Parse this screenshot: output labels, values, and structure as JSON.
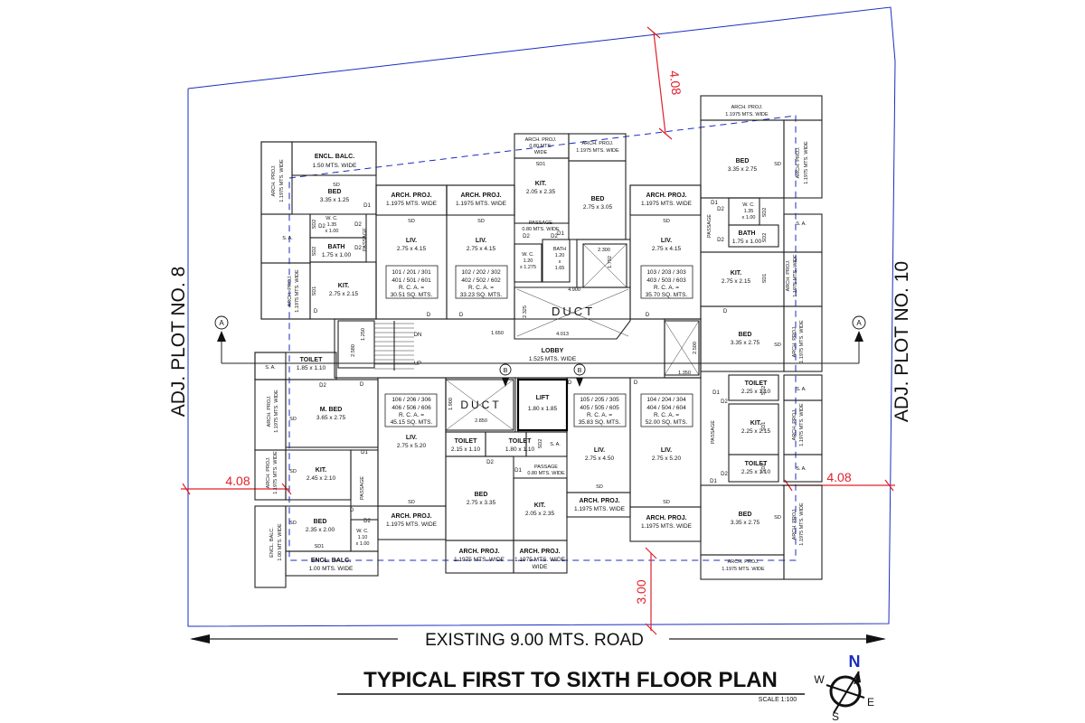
{
  "title": "TYPICAL FIRST TO SIXTH FLOOR PLAN",
  "scale": "SCALE 1:100",
  "road": "EXISTING 9.00 MTS. ROAD",
  "adj_left": "ADJ. PLOT NO. 8",
  "adj_right": "ADJ. PLOT NO. 10",
  "compass": {
    "n": "N",
    "s": "S",
    "e": "E",
    "w": "W"
  },
  "setbacks": {
    "top": "4.08",
    "left": "4.08",
    "right": "4.08",
    "bottom": "3.00"
  },
  "section_marks": {
    "a": "A",
    "b": "B"
  },
  "labels": {
    "arch_proj": "ARCH. PROJ.",
    "arch_proj_1975": "1.1975 MTS. WIDE",
    "arch_proj_080": "0.80 MTS.",
    "wide": "WIDE",
    "encl_balc": "ENCL. BALC.",
    "encl_balc_150": "1.50 MTS. WIDE",
    "encl_balc_100": "1.00 MTS. WIDE",
    "encl_balc_v": "1.00 MTS. WIDE",
    "sa": "S. A.",
    "passage": "PASSAGE",
    "passage_080": "0.80 MTS. WIDE",
    "lobby": "LOBBY",
    "lobby_dim": "1.525 MTS. WIDE",
    "duct": "DUCT",
    "lift": "LIFT",
    "lift_dim": "1.80 x 1.85",
    "dn": "DN",
    "up": "UP",
    "rca": "R. C. A. ="
  },
  "rooms": {
    "bed_tl": {
      "name": "BED",
      "dim": "3.35 x 1.25"
    },
    "wc_tl": {
      "name": "W. C.",
      "dim1": "1.35",
      "dim2": "x 1.00"
    },
    "bath_tl": {
      "name": "BATH",
      "dim": "1.75 x 1.00"
    },
    "kit_tl": {
      "name": "KIT.",
      "dim": "2.75 x 2.15"
    },
    "liv_1": {
      "name": "LIV.",
      "dim": "2.75 x 4.15"
    },
    "liv_2": {
      "name": "LIV.",
      "dim": "2.75 x 4.15"
    },
    "kit_top": {
      "name": "KIT.",
      "dim": "2.05 x 2.35"
    },
    "bed_top": {
      "name": "BED",
      "dim": "2.75 x 3.05"
    },
    "wc_top": {
      "name": "W. C.",
      "dim1": "1.20",
      "dim2": "x 1.275"
    },
    "bath_top": {
      "name": "BATH",
      "dim1": "1.20",
      "dim2": "x",
      "dim3": "1.65"
    },
    "liv_3": {
      "name": "LIV.",
      "dim": "2.75 x 4.15"
    },
    "bed_tr": {
      "name": "BED",
      "dim": "3.35 x 2.75"
    },
    "wc_tr": {
      "name": "W. C.",
      "dim1": "1.35",
      "dim2": "x 1.00"
    },
    "bath_tr": {
      "name": "BATH",
      "dim": "1.75 x 1.00"
    },
    "kit_tr": {
      "name": "KIT.",
      "dim": "2.75 x 2.15"
    },
    "bed_r2": {
      "name": "BED",
      "dim": "3.35 x 2.75"
    },
    "toilet_r": {
      "name": "TOILET",
      "dim": "2.25 x 1.10"
    },
    "kit_r": {
      "name": "KIT.",
      "dim": "2.25 x 2.15"
    },
    "toilet_r2": {
      "name": "TOILET",
      "dim": "2.25 x 1.10"
    },
    "bed_br": {
      "name": "BED",
      "dim": "3.35 x 2.75"
    },
    "toilet_l": {
      "name": "TOILET",
      "dim": "1.85 x 1.10"
    },
    "mbed": {
      "name": "M. BED",
      "dim": "3.65 x 2.75"
    },
    "kit_l": {
      "name": "KIT.",
      "dim": "2.45 x 2.10"
    },
    "bed_bl": {
      "name": "BED",
      "dim": "2.35 x 2.00"
    },
    "wc_bl": {
      "name": "W. C.",
      "dim1": "1.10",
      "dim2": "x 1.00"
    },
    "liv_4": {
      "name": "LIV.",
      "dim": "2.75 x 5.20"
    },
    "toilet_c1": {
      "name": "TOILET",
      "dim": "2.15 x 1.10"
    },
    "toilet_c2": {
      "name": "TOILET",
      "dim": "1.80 x 1.10"
    },
    "bed_bc": {
      "name": "BED",
      "dim": "2.75 x 3.35"
    },
    "kit_bc": {
      "name": "KIT.",
      "dim": "2.05 x 2.35"
    },
    "liv_5": {
      "name": "LIV.",
      "dim": "2.75 x 4.50"
    },
    "liv_6": {
      "name": "LIV.",
      "dim": "2.75 x 5.20"
    }
  },
  "units": {
    "u1": {
      "l1": "101 / 201 / 301",
      "l2": "401 / 501 / 601",
      "area": "30.51 SQ. MTS."
    },
    "u2": {
      "l1": "102 / 202 / 302",
      "l2": "402 / 502 / 602",
      "area": "33.23 SQ. MTS."
    },
    "u3": {
      "l1": "103 / 203 / 303",
      "l2": "403 / 503 / 603",
      "area": "35.70 SQ. MTS."
    },
    "u6": {
      "l1": "106 / 206 / 306",
      "l2": "406 / 506 / 606",
      "area": "45.15 SQ. MTS."
    },
    "u5": {
      "l1": "105 / 205 / 305",
      "l2": "405 / 505 / 605",
      "area": "35.83 SQ. MTS."
    },
    "u4": {
      "l1": "104 / 204 / 304",
      "l2": "404 / 504 / 604",
      "area": "52.00 SQ. MTS."
    }
  },
  "small_dims": {
    "d4900": "4.900",
    "d4013": "4.013",
    "d2300": "2.300",
    "d1792": "1.792",
    "d2325": "2.325",
    "d1650": "1.650",
    "d2500": "2.500",
    "d1350": "1.350",
    "d1900": "1.900",
    "d2850": "2.850",
    "d2580": "2.580",
    "d1250": "1.250"
  }
}
